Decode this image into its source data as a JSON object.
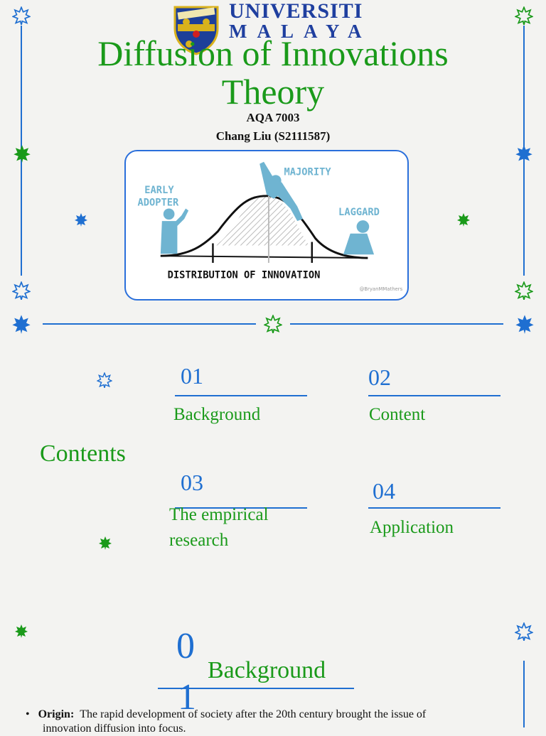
{
  "header": {
    "university_name": "UNIVERSITI",
    "university_sub": "MALAYA",
    "title_line1": "Diffusion of Innovations",
    "title_line2": "Theory",
    "course_code": "AQA 7003",
    "author": "Chang Liu (S2111587)"
  },
  "illustration": {
    "early_adopter": [
      "EARLY",
      "ADOPTER"
    ],
    "majority": "MAJORITY",
    "laggard": "LAGGARD",
    "caption": "DISTRIBUTION OF INNOVATION",
    "credit": "@BryanMMathers"
  },
  "contents": {
    "heading": "Contents",
    "items": [
      {
        "number": "01",
        "label": "Background"
      },
      {
        "number": "02",
        "label": "Content"
      },
      {
        "number": "03",
        "label_line1": "The empirical",
        "label_line2": "research"
      },
      {
        "number": "04",
        "label": "Application"
      }
    ]
  },
  "section": {
    "number_top": "0",
    "number_bottom": "1",
    "title": "Background",
    "bullet_label": "Origin:",
    "bullet_text": "The rapid development of society after the 20th century brought the issue of",
    "bullet_text_cont": "innovation diffusion into focus."
  },
  "colors": {
    "green": "#1a9a1a",
    "blue": "#1f6fd1",
    "navy": "#1f3f9f"
  }
}
